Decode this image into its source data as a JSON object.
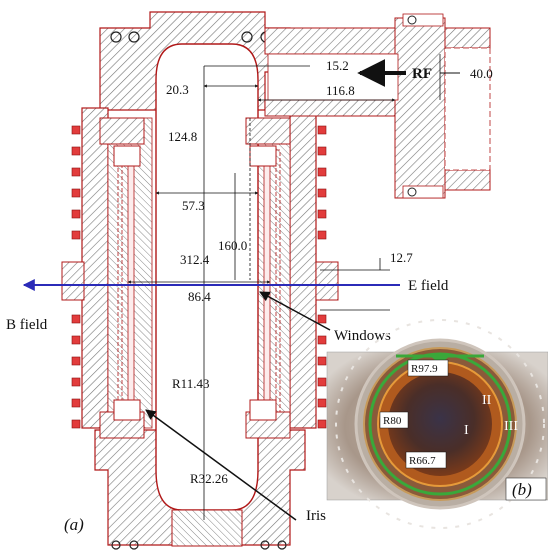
{
  "drawing": {
    "dimensions": {
      "d_15_2": "15.2",
      "d_40_0": "40.0",
      "d_20_3": "20.3",
      "d_116_8": "116.8",
      "d_124_8": "124.8",
      "d_57_3": "57.3",
      "d_160_0": "160.0",
      "d_312_4": "312.4",
      "d_12_7": "12.7",
      "d_86_4": "86.4",
      "r_11_43": "R11.43",
      "r_32_26": "R32.26"
    },
    "labels": {
      "rf": "RF",
      "e_field": "E field",
      "b_field": "B field",
      "windows": "Windows",
      "iris": "Iris",
      "panel_a": "(a)"
    }
  },
  "photo": {
    "r_97_9": "R97.9",
    "r_80": "R80",
    "r_66_7": "R66.7",
    "region_1": "I",
    "region_2": "II",
    "region_3": "III",
    "panel_b": "(b)"
  },
  "colors": {
    "outline": "#b01818",
    "hatch": "#555555",
    "field_arrow": "#2b2bb8",
    "ring": "#3aa83a"
  }
}
